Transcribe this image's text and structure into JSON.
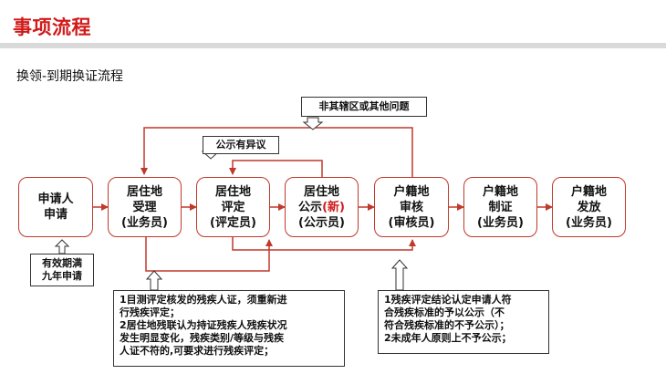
{
  "title": "事项流程",
  "subtitle": "换领-到期换证流程",
  "nodes": {
    "applicant": {
      "line1": "申请人",
      "line2": "申请"
    },
    "accept": {
      "line1": "居住地",
      "line2": "受理",
      "line3": "(业务员)"
    },
    "evaluate": {
      "line1": "居住地",
      "line2": "评定",
      "line3": "(评定员)"
    },
    "publicity": {
      "line1": "居住地",
      "line2_a": "公示",
      "line2_b": "(新)",
      "line3": "(公示员)"
    },
    "review": {
      "line1": "户籍地",
      "line2": "审核",
      "line3": "(审核员)"
    },
    "produce": {
      "line1": "户籍地",
      "line2": "制证",
      "line3": "(业务员)"
    },
    "issue": {
      "line1": "户籍地",
      "line2": "发放",
      "line3": "(业务员)"
    }
  },
  "notes": {
    "jurisdiction": "非其辖区或其他问题",
    "objection": "公示有异议",
    "expiry": {
      "line1": "有效期满",
      "line2": "九年申请"
    },
    "re_evaluate": [
      "1目测评定核发的残疾人证，须重新进",
      "行残疾评定；",
      "2居住地残联认为持证残疾人残疾状况",
      "发生明显变化，残疾类别/等级与残疾",
      "人证不符的,可要求进行残疾评定；"
    ],
    "publicity_rule": [
      "1残疾评定结论认定申请人符",
      "合残疾标准的予以公示（不",
      "符合残疾标准的不予公示）；",
      "2未成年人原则上不予公示；"
    ]
  },
  "colors": {
    "accent": "#d11a1a",
    "line": "#c0392b",
    "rule": "#d9d9d9"
  }
}
